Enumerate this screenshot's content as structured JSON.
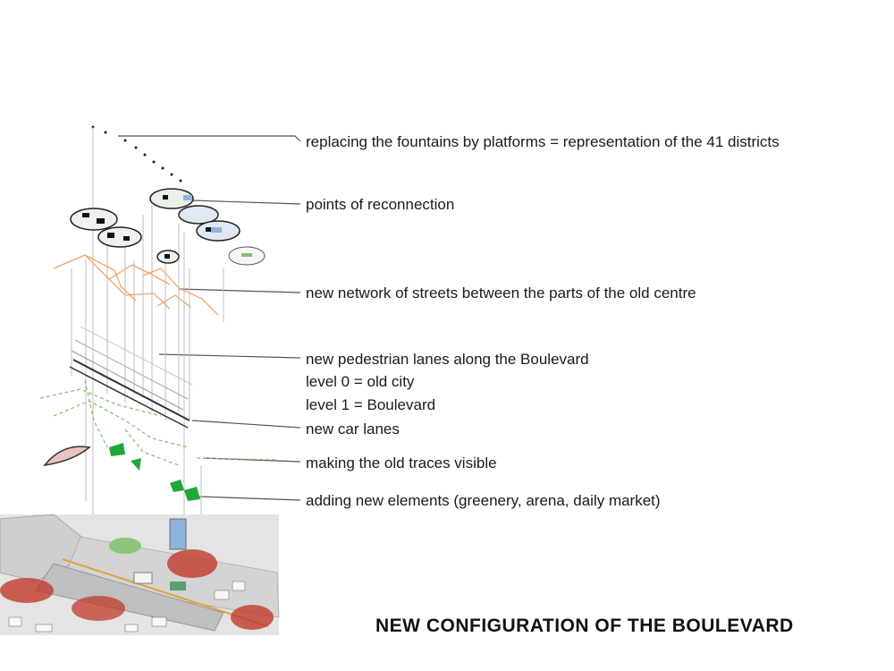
{
  "labels": {
    "platforms": "replacing the fountains by platforms = representation of the 41 districts",
    "reconnection": "points of reconnection",
    "streets": "new network of streets between the parts of the old centre",
    "pedestrian": "new pedestrian lanes along the Boulevard",
    "level0": "level 0 = old city",
    "level1": "level 1 = Boulevard",
    "car_lanes": "new car lanes",
    "traces": "making the old traces visible",
    "elements": "adding new elements (greenery, arena, daily market)"
  },
  "title": "NEW CONFIGURATION OF THE BOULEVARD",
  "colors": {
    "leader_line": "#555555",
    "street_orange": "#f2a36b",
    "green_trace": "#7fbf6a",
    "green_element": "#1fa83a",
    "red_area": "#c0392b",
    "water_blue": "#8fb3d9",
    "city_grey": "#d8d8d8"
  }
}
